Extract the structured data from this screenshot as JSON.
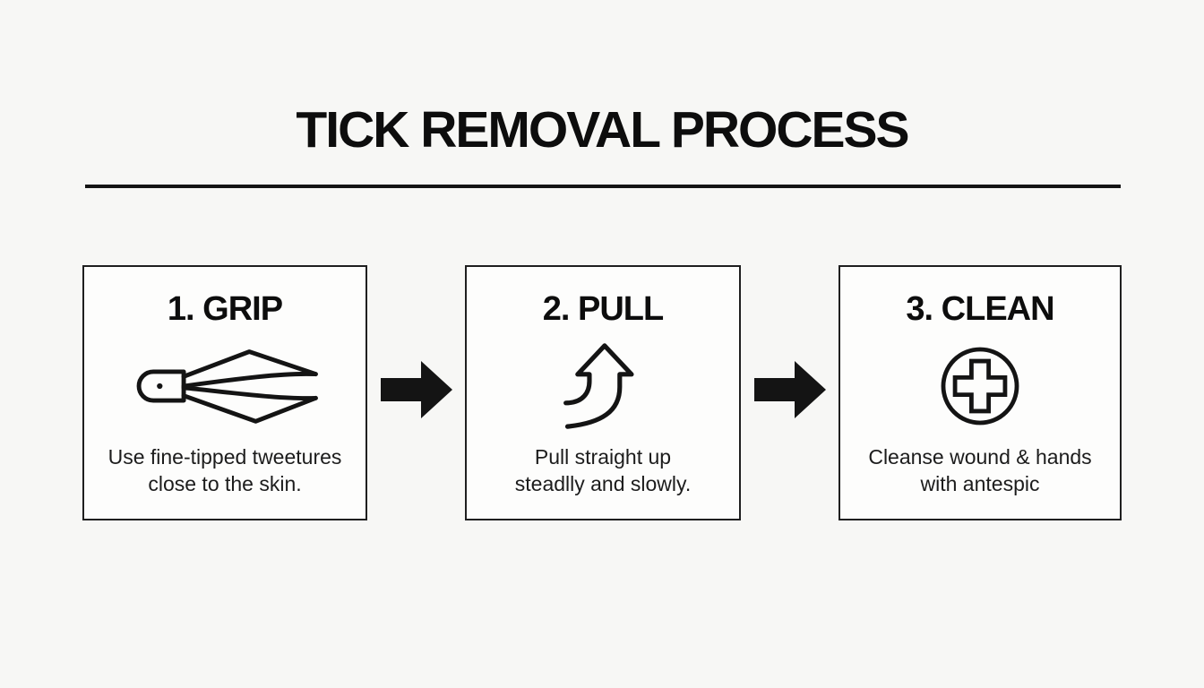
{
  "title": "TICK REMOVAL PROCESS",
  "steps": [
    {
      "heading": "1. GRIP",
      "icon": "tweezers-icon",
      "lines": [
        "Use fine-tipped tweetures",
        "close to the skin."
      ]
    },
    {
      "heading": "2. PULL",
      "icon": "curved-up-arrow-icon",
      "lines": [
        "Pull straight up",
        "steadlly and slowly."
      ]
    },
    {
      "heading": "3. CLEAN",
      "icon": "medical-cross-icon",
      "lines": [
        "Cleanse wound & hands",
        "with antespic"
      ]
    }
  ],
  "colors": {
    "background": "#f7f7f5",
    "box_background": "#fdfdfc",
    "line": "#141414",
    "text": "#1a1a1a"
  }
}
